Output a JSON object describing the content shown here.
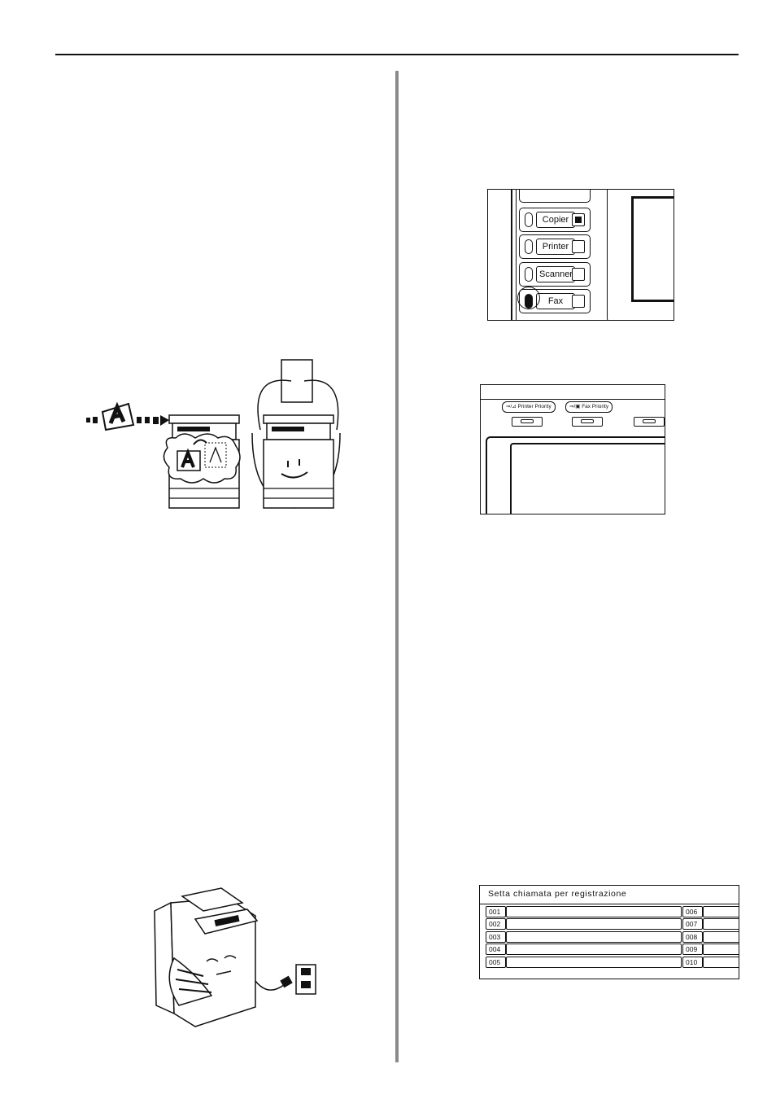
{
  "panel": {
    "keys": [
      {
        "label": "Copier",
        "icon": "copier-icon"
      },
      {
        "label": "Printer",
        "icon": "printer-icon"
      },
      {
        "label": "Scanner",
        "icon": "scanner-icon"
      },
      {
        "label": "Fax",
        "icon": "fax-icon"
      }
    ]
  },
  "priority": {
    "printer_label": "Printer Priority",
    "fax_label": "Fax Priority"
  },
  "registration": {
    "title": "Setta chiamata per registrazione",
    "left_numbers": [
      "001",
      "002",
      "003",
      "004",
      "005"
    ],
    "right_numbers": [
      "006",
      "007",
      "008",
      "009",
      "010"
    ]
  },
  "illustration_text": {
    "letter": "A"
  }
}
